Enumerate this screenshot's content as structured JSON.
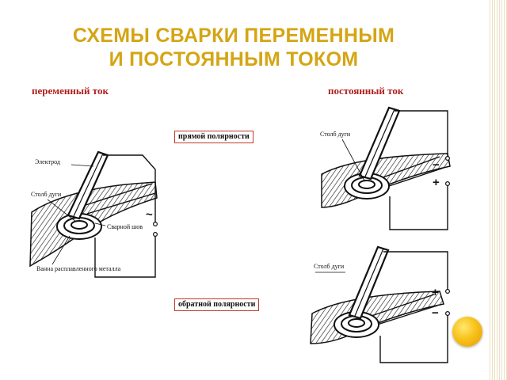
{
  "title_line1": "СХЕМЫ СВАРКИ ПЕРЕМЕННЫМ",
  "title_line2": "И ПОСТОЯННЫМ ТОКОМ",
  "subhead_ac": "переменный ток",
  "subhead_dc": "постоянный ток",
  "label_straight": "прямой полярности",
  "label_reverse": "обратной полярности",
  "ac": {
    "electrode": "Электрод",
    "arc": "Столб дуги",
    "seam": "Сварной шов",
    "pool": "Ванна расплавленного металла",
    "symbol": "~"
  },
  "dc_straight": {
    "arc": "Столб дуги",
    "top_sign": "−",
    "bottom_sign": "+"
  },
  "dc_reverse": {
    "arc": "Столб дуги",
    "top_sign": "+",
    "bottom_sign": "−"
  },
  "colors": {
    "title": "#d4a515",
    "subhead": "#b01e1e",
    "label_border": "#c0392b",
    "orb": "#f7c21a"
  }
}
